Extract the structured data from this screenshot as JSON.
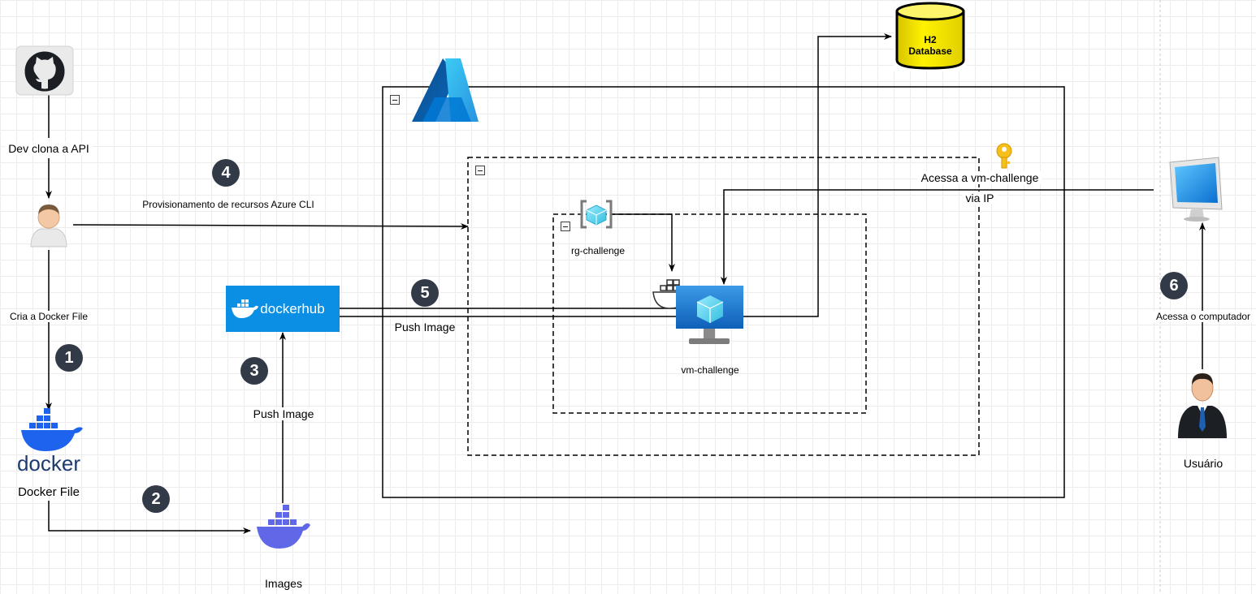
{
  "labels": {
    "dev_clona": "Dev clona a API",
    "cria_docker": "Cria a Docker File",
    "docker_file": "Docker File",
    "images": "Images",
    "push_image_left": "Push Image",
    "push_image_mid": "Push Image",
    "provisionamento": "Provisionamento de recursos Azure CLI",
    "rg_challenge": "rg-challenge",
    "vm_challenge": "vm-challenge",
    "acessa_vm": "Acessa a vm-challenge",
    "via_ip": "via IP",
    "acessa_computador": "Acessa o computador",
    "usuario": "Usuário"
  },
  "steps": [
    "1",
    "2",
    "3",
    "4",
    "5",
    "6"
  ],
  "icons": {
    "docker_wordmark": "docker",
    "dockerhub_wordmark": "dockerhub",
    "h2_line1": "H2",
    "h2_line2": "Database"
  },
  "colors": {
    "step_badge": "#333a47",
    "docker_blue": "#1d63ed",
    "dockerhub_bg": "#0b8fe4",
    "docker_purple": "#6168e8",
    "azure_blue": "#0a6fd6",
    "h2_yellow": "#ffee00",
    "key_gold": "#f6bf1c",
    "vm_blue": "#1679d8"
  }
}
